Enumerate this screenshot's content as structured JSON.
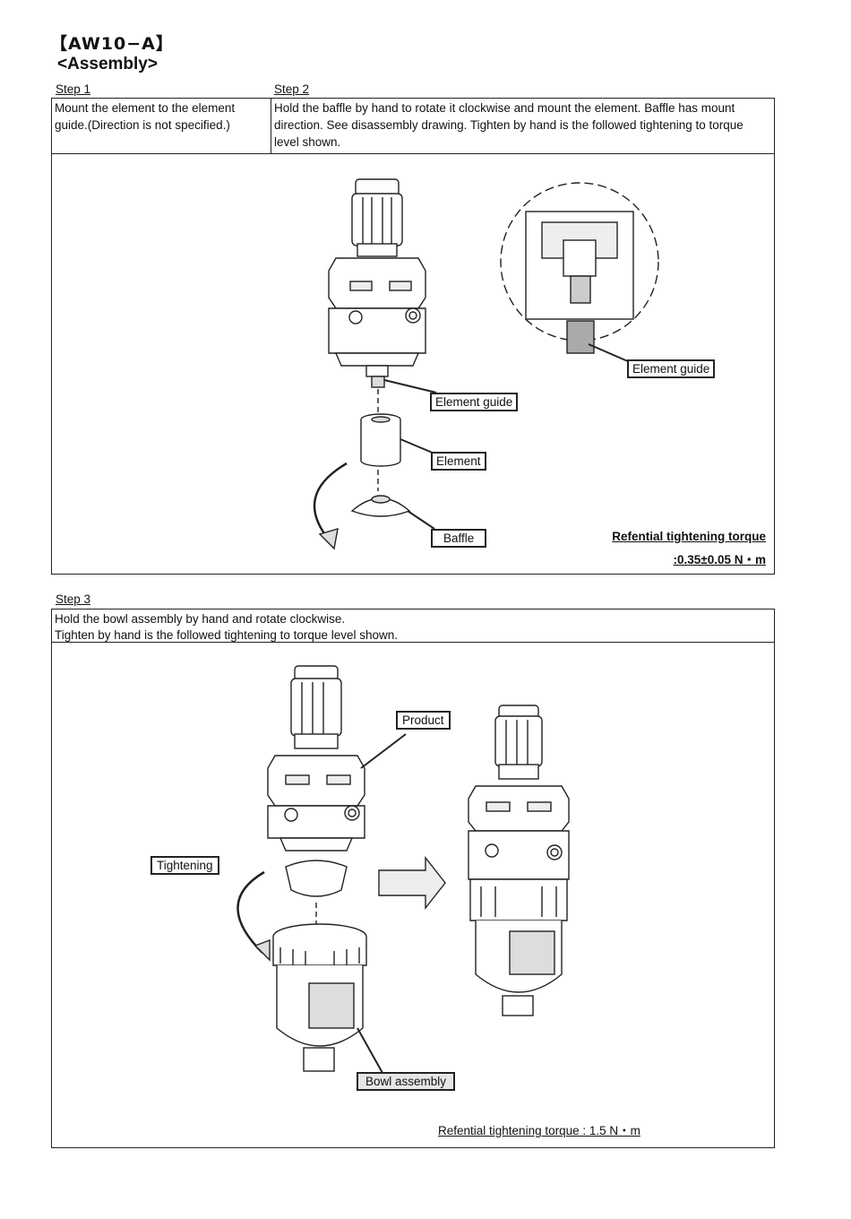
{
  "header": {
    "code": "【AW10−A】",
    "section": "<Assembly>"
  },
  "steps12": {
    "step1_label": "Step 1",
    "step2_label": "Step 2",
    "step1_text": "Mount the element to the element guide.(Direction is not specified.)",
    "step2_text": "Hold the baffle by hand to rotate it clockwise and mount the element. Baffle has mount direction. See disassembly drawing. Tighten by hand is the followed tightening to torque level shown.",
    "callouts": {
      "element_guide_detail": "Element guide",
      "element_guide": "Element guide",
      "element": "Element",
      "baffle": "Baffle"
    },
    "torque_line1": "Refential tightening torque",
    "torque_line2": ":0.35±0.05 N・m"
  },
  "step3": {
    "label": "Step 3",
    "text_line1": "Hold the bowl assembly by hand and rotate clockwise.",
    "text_line2": "Tighten by hand is the followed tightening to torque level shown.",
    "callouts": {
      "product": "Product",
      "tightening": "Tightening",
      "bowl_assembly": "Bowl assembly"
    },
    "torque": "Refential tightening torque : 1.5 N・m"
  }
}
